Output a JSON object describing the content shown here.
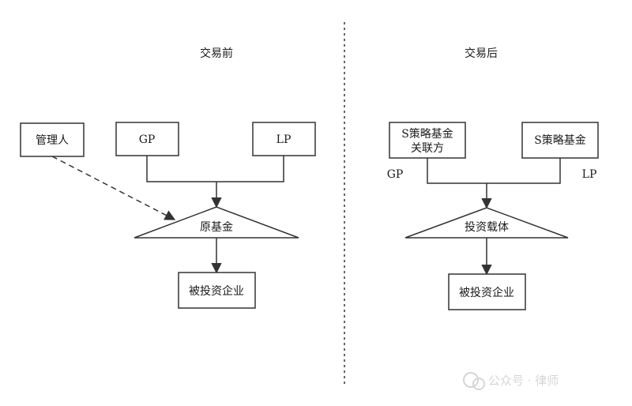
{
  "before": {
    "heading": "交易前",
    "manager": "管理人",
    "gp": "GP",
    "lp": "LP",
    "fund": "原基金",
    "company": "被投资企业"
  },
  "after": {
    "heading": "交易后",
    "s_affiliate_line1": "S策略基金",
    "s_affiliate_line2": "关联方",
    "s_fund": "S策略基金",
    "gp_label": "GP",
    "lp_label": "LP",
    "vehicle": "投资载体",
    "company": "被投资企业"
  },
  "watermark": "公众号 · 律师"
}
